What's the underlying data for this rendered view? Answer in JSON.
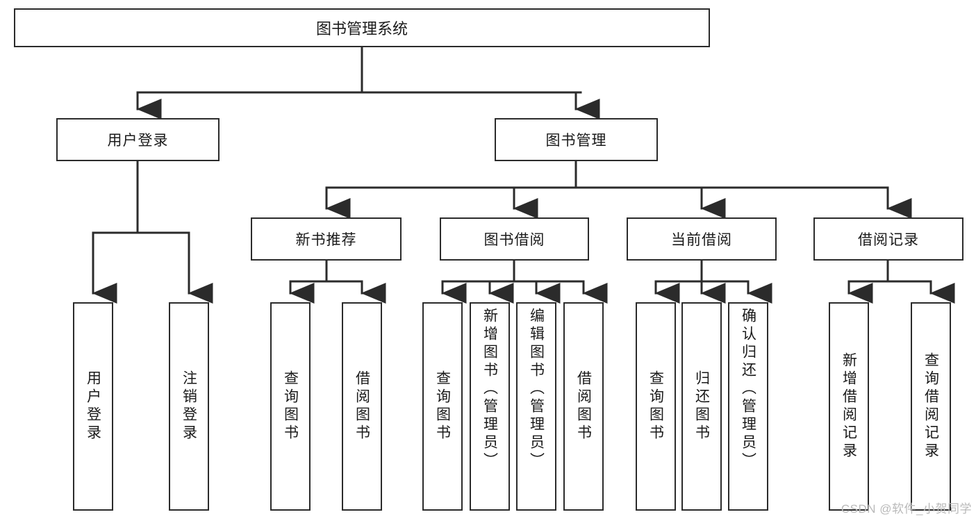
{
  "diagram": {
    "title": "图书管理系统",
    "type": "tree",
    "orientation": "top-down",
    "root": {
      "label": "图书管理系统"
    },
    "level2": [
      {
        "label": "用户登录"
      },
      {
        "label": "图书管理"
      }
    ],
    "level3": [
      {
        "label": "新书推荐"
      },
      {
        "label": "图书借阅"
      },
      {
        "label": "当前借阅"
      },
      {
        "label": "借阅记录"
      }
    ],
    "leaves": {
      "user_login": [
        {
          "label": "用户登录"
        },
        {
          "label": "注销登录"
        }
      ],
      "new_book_recommend": [
        {
          "label": "查询图书"
        },
        {
          "label": "借阅图书"
        }
      ],
      "book_borrow": [
        {
          "label": "查询图书"
        },
        {
          "label": "新增图书（管理员）"
        },
        {
          "label": "编辑图书（管理员）"
        },
        {
          "label": "借阅图书"
        }
      ],
      "current_borrow": [
        {
          "label": "查询图书"
        },
        {
          "label": "归还图书"
        },
        {
          "label": "确认归还（管理员）"
        }
      ],
      "borrow_record": [
        {
          "label": "新增借阅记录"
        },
        {
          "label": "查询借阅记录"
        }
      ]
    }
  },
  "watermark": {
    "text": "CSDN @软件_小贺同学"
  },
  "colors": {
    "border": "#2b2b2b",
    "background": "#ffffff",
    "text": "#1a1a1a",
    "watermark": "#b9b9b9"
  }
}
